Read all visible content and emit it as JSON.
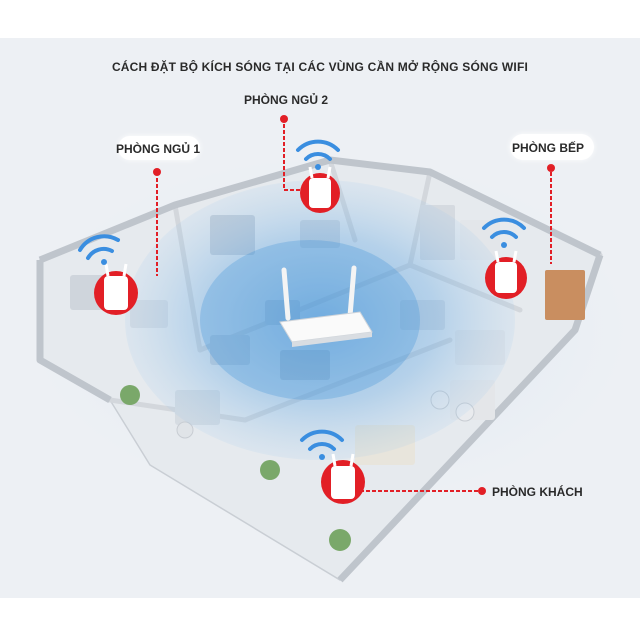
{
  "title": "CÁCH ĐẶT BỘ KÍCH SÓNG TẠI CÁC VÙNG CẦN MỞ RỘNG SÓNG WIFI",
  "rooms": {
    "bedroom1": "PHÒNG NGỦ 1",
    "bedroom2": "PHÒNG NGỦ 2",
    "kitchen": "PHÒNG BẾP",
    "living": "PHÒNG KHÁCH"
  },
  "colors": {
    "accent": "#e21f26",
    "coverage": "#3b8fd8",
    "wifi_signal": "#3a8ee0",
    "floor": "#e6eaee",
    "wall": "#f7f8fa"
  },
  "icons": [
    "wifi-icon",
    "router-icon",
    "repeater-icon",
    "location-pin-icon"
  ]
}
